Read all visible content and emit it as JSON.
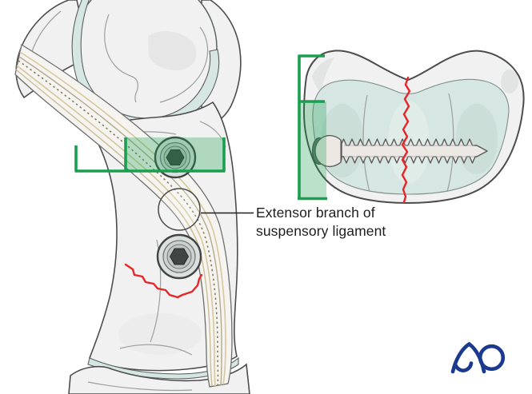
{
  "annotation": {
    "label_line1": "Extensor branch of",
    "label_line2": "suspensory ligament"
  },
  "branding": {
    "logo_text": "AO"
  },
  "colors": {
    "annotation_green": "#1a9e4f",
    "fracture_red": "#e52528",
    "cartilage_teal": "#d6e6e2",
    "bone_fill": "#f0f1f0",
    "outline_gray": "#4d4d4d",
    "ligament_stripe_tan": "#d7c79c",
    "logo_blue": "#1b3a8f",
    "background": "#ffffff"
  },
  "figures": {
    "lateral_view": "fetlock-lateral-view-with-lag-screws",
    "axial_view": "proximal-phalanx-axial-view-with-lag-screw"
  }
}
